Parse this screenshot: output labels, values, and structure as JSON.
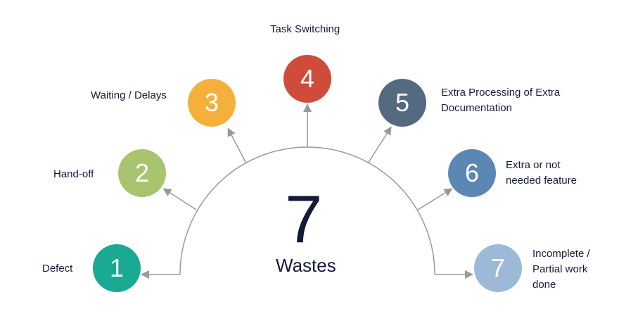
{
  "center": {
    "number": "7",
    "label": "Wastes"
  },
  "items": [
    {
      "number": "1",
      "label": "Defect",
      "color": "#1aa993"
    },
    {
      "number": "2",
      "label": "Hand-off",
      "color": "#a9c46e"
    },
    {
      "number": "3",
      "label": "Waiting / Delays",
      "color": "#f5b03c"
    },
    {
      "number": "4",
      "label": "Task Switching",
      "color": "#cf4b3a"
    },
    {
      "number": "5",
      "label": "Extra Processing of Extra Documentation",
      "color": "#536a80"
    },
    {
      "number": "6",
      "label": "Extra or not needed feature",
      "color": "#5a87b3"
    },
    {
      "number": "7",
      "label": "Incomplete / Partial work done",
      "color": "#9db9d8"
    }
  ]
}
